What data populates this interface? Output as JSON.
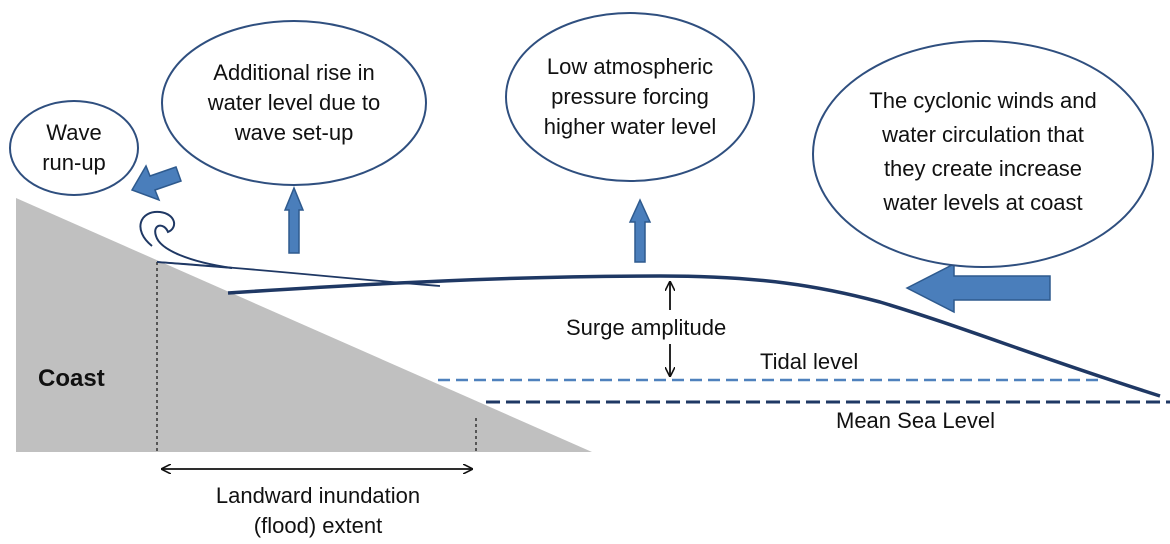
{
  "colors": {
    "water_line": "#1f3864",
    "arrow_fill": "#4a7ebb",
    "arrow_stroke": "#2e5a8e",
    "bubble_stroke": "#2f4f7f",
    "coast_fill": "#c0c0c0",
    "tidal_dash": "#4f81bd",
    "msl_dash": "#1f3864"
  },
  "bubbles": {
    "wave_runup": [
      "Wave",
      "run-up"
    ],
    "setup": [
      "Additional rise in",
      "water level due to",
      "wave set-up"
    ],
    "pressure": [
      "Low atmospheric",
      "pressure forcing",
      "higher water level"
    ],
    "winds": [
      "The cyclonic winds and",
      "water circulation that",
      "they create increase",
      "water levels at coast"
    ]
  },
  "labels": {
    "coast": "Coast",
    "surge_amplitude": "Surge amplitude",
    "tidal_level": "Tidal level",
    "mean_sea_level": "Mean Sea Level",
    "inundation": [
      "Landward inundation",
      "(flood) extent"
    ]
  },
  "icons": {
    "runup_arrow": "diagonal-up-left-arrow",
    "setup_arrow": "up-arrow",
    "pressure_arrow": "up-arrow",
    "wind_arrow": "left-arrow",
    "breaking_wave": "wave-curl"
  }
}
